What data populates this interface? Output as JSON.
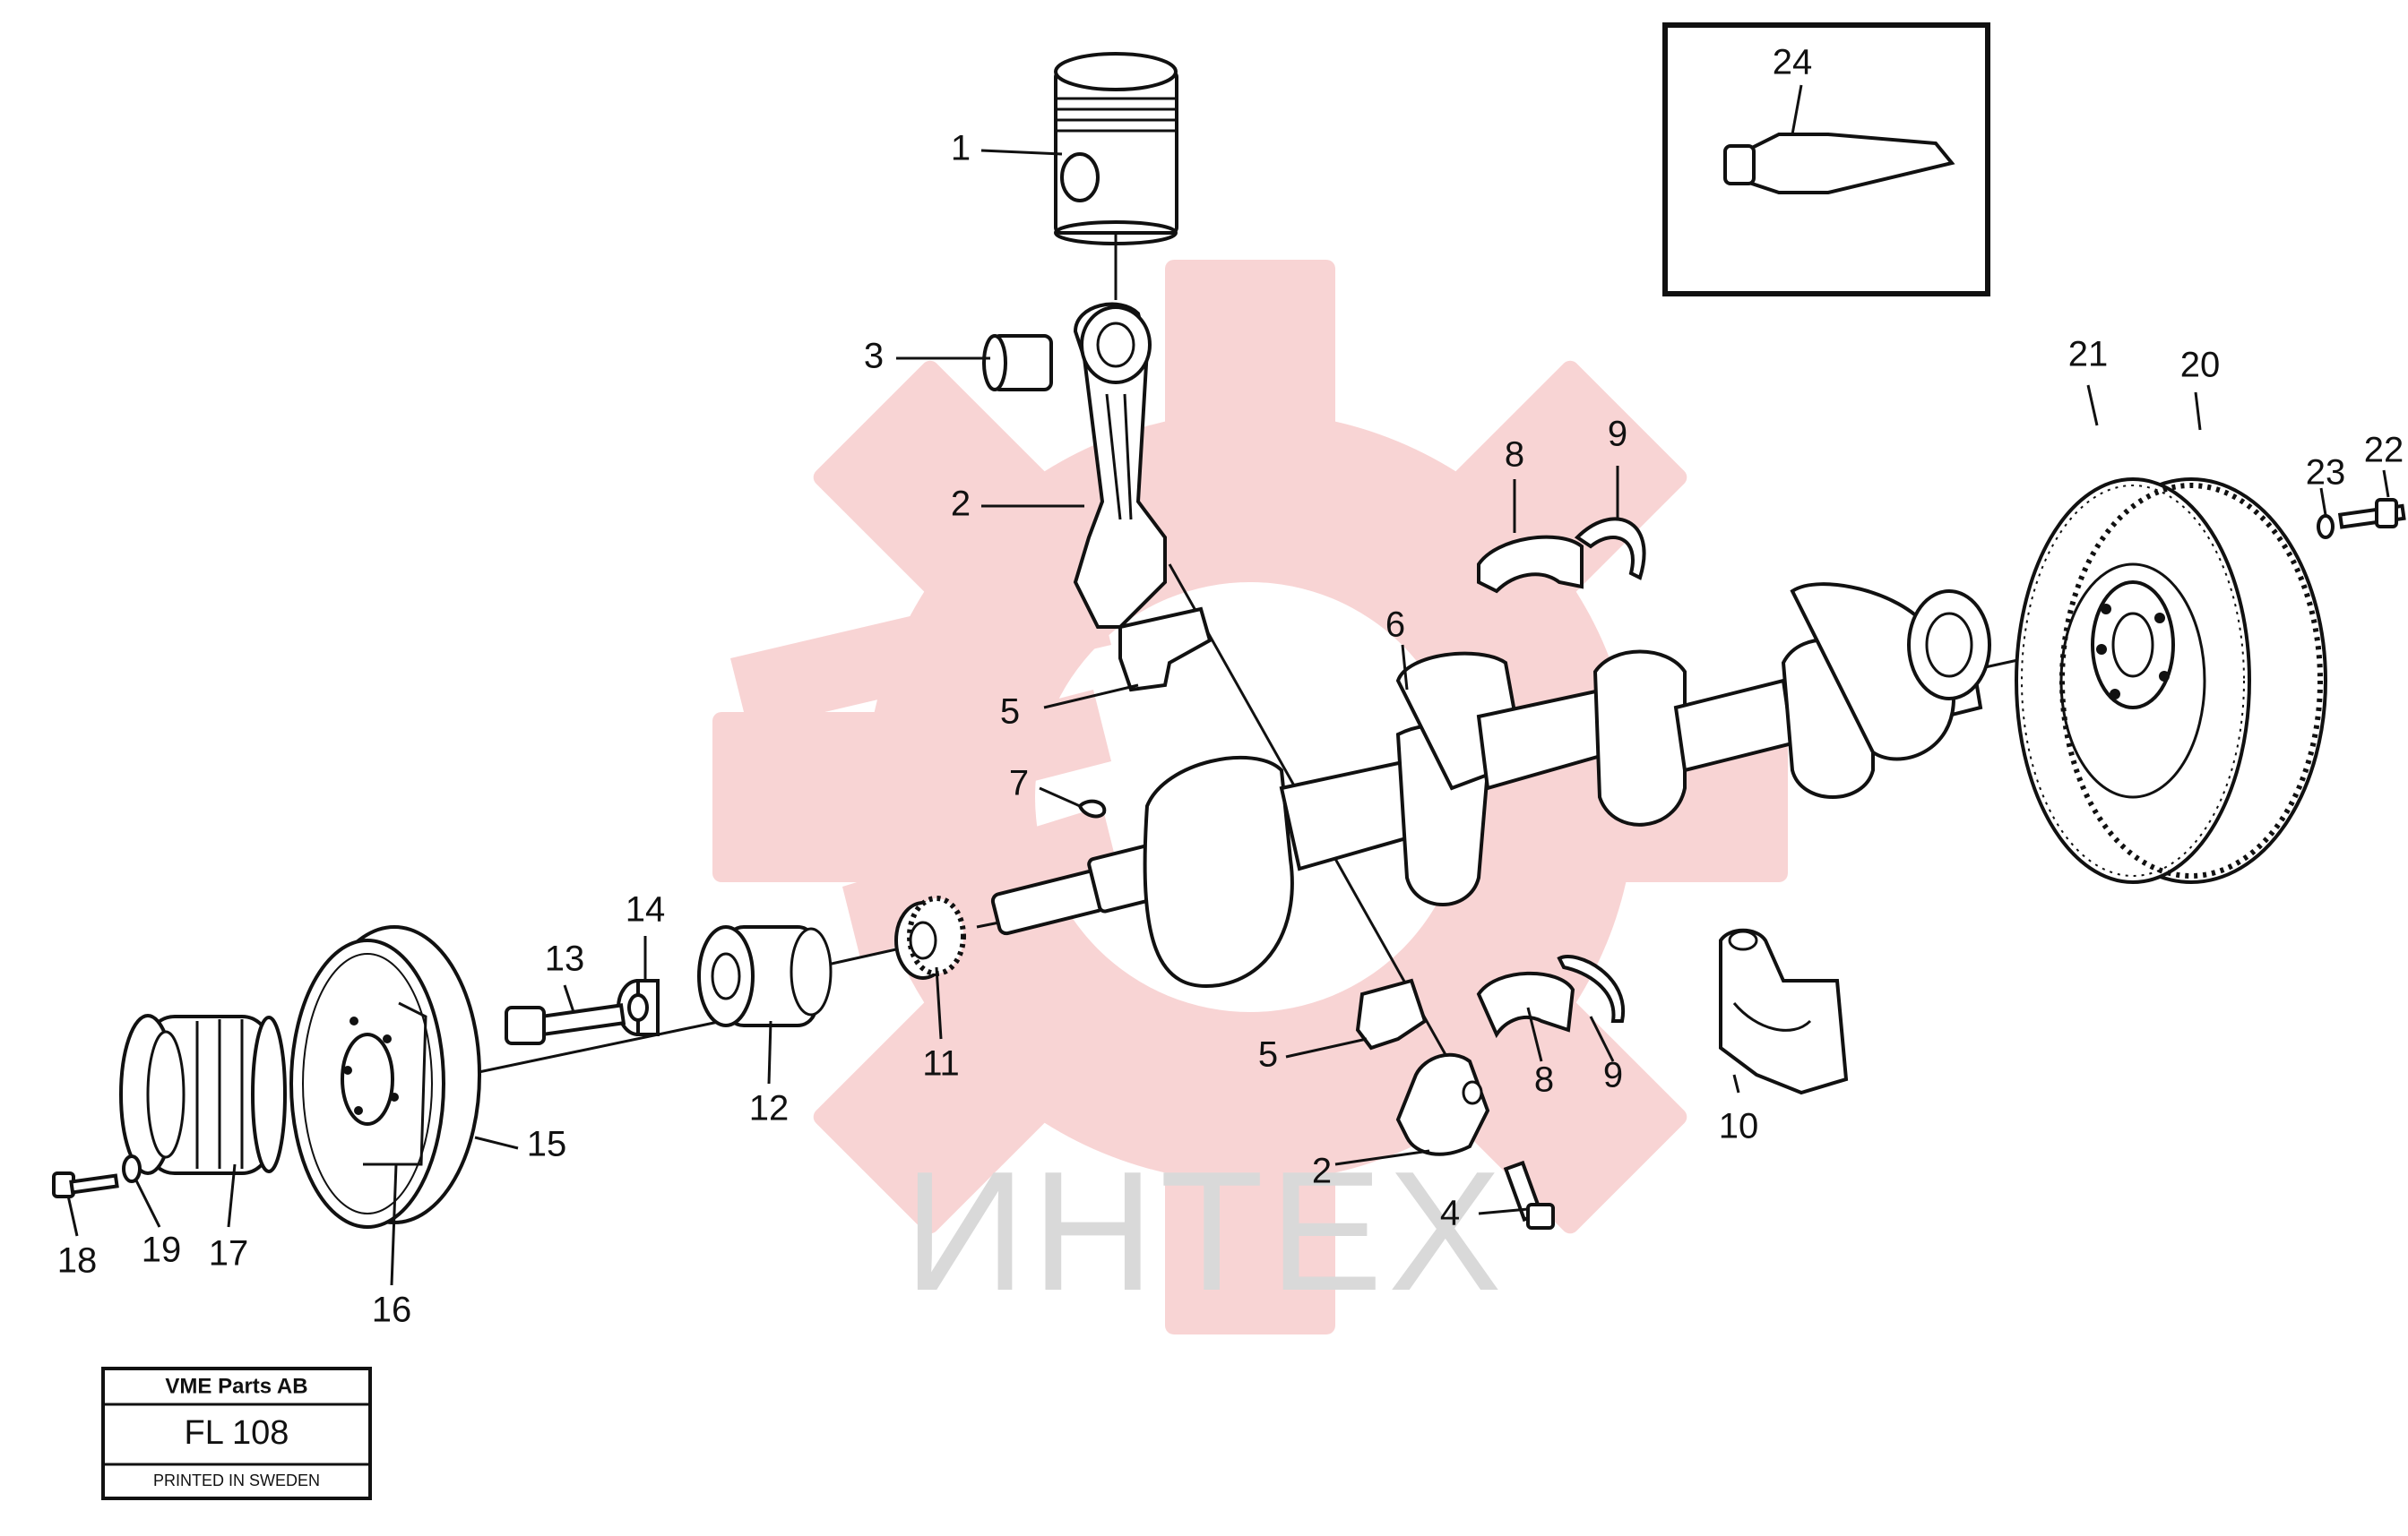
{
  "diagram": {
    "watermark_text": "ИНТЕХ",
    "inset_label": "24",
    "stamp": {
      "company": "VME Parts AB",
      "code": "FL 108",
      "printed": "PRINTED IN SWEDEN"
    },
    "callouts": [
      {
        "id": "c1",
        "text": "1"
      },
      {
        "id": "c2a",
        "text": "2"
      },
      {
        "id": "c2b",
        "text": "2"
      },
      {
        "id": "c3",
        "text": "3"
      },
      {
        "id": "c4",
        "text": "4"
      },
      {
        "id": "c5a",
        "text": "5"
      },
      {
        "id": "c5b",
        "text": "5"
      },
      {
        "id": "c6",
        "text": "6"
      },
      {
        "id": "c7",
        "text": "7"
      },
      {
        "id": "c8a",
        "text": "8"
      },
      {
        "id": "c8b",
        "text": "8"
      },
      {
        "id": "c9a",
        "text": "9"
      },
      {
        "id": "c9b",
        "text": "9"
      },
      {
        "id": "c10",
        "text": "10"
      },
      {
        "id": "c11",
        "text": "11"
      },
      {
        "id": "c12",
        "text": "12"
      },
      {
        "id": "c13",
        "text": "13"
      },
      {
        "id": "c14",
        "text": "14"
      },
      {
        "id": "c15",
        "text": "15"
      },
      {
        "id": "c16",
        "text": "16"
      },
      {
        "id": "c17",
        "text": "17"
      },
      {
        "id": "c18",
        "text": "18"
      },
      {
        "id": "c19",
        "text": "19"
      },
      {
        "id": "c20",
        "text": "20"
      },
      {
        "id": "c21",
        "text": "21"
      },
      {
        "id": "c22",
        "text": "22"
      },
      {
        "id": "c23",
        "text": "23"
      }
    ],
    "colors": {
      "watermark_gear": "#f6c6c6",
      "watermark_text": "#d9d9d9",
      "ink": "#111111"
    }
  }
}
